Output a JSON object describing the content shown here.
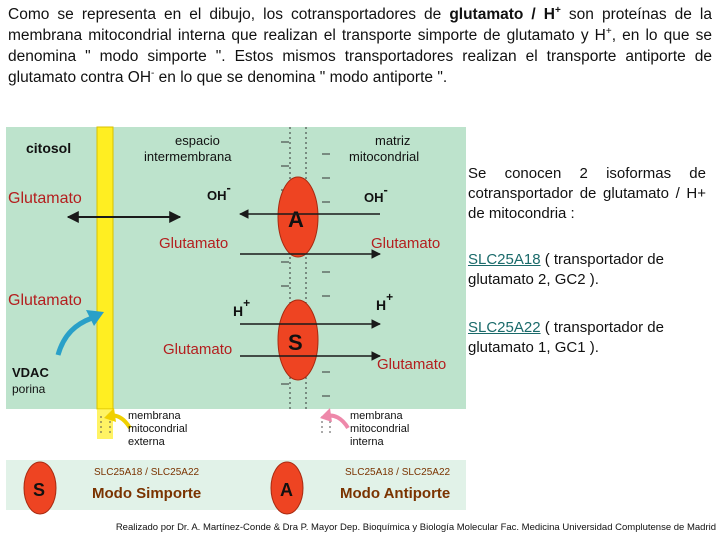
{
  "intro": {
    "p1": "Como se representa en el dibujo, los cotransportadores de ",
    "bold": "glutamato / H",
    "sup": "+",
    "p2": " son proteínas de la membrana mitocondrial interna que realizan el transporte simporte de glutamato y H",
    "sup2": "+",
    "p3": ", en lo que se denomina \" modo simporte \". Estos mismos transportadores realizan el transporte antiporte de glutamato contra OH",
    "sup3": "-",
    "p4": " en lo que se denomina \" modo antiporte \"."
  },
  "diagram": {
    "citosol": "citosol",
    "espacio_l1": "espacio",
    "espacio_l2": "intermembrana",
    "matriz_l1": "matriz",
    "matriz_l2": "mitocondrial",
    "glut_cyto_top": "Glutamato",
    "glut_cyto_mid": "Glutamato",
    "oh_ims": "OH",
    "oh_ims_sup": "-",
    "oh_matrix": "OH",
    "oh_matrix_sup": "-",
    "transporter_a": "A",
    "transporter_s": "S",
    "glut_ims_top": "Glutamato",
    "glut_matrix_top": "Glutamato",
    "h_ims": "H",
    "h_ims_sup": "+",
    "h_matrix": "H",
    "h_matrix_sup": "+",
    "glut_ims_bottom": "Glutamato",
    "glut_matrix_bottom": "Glutamato",
    "vdac": "VDAC",
    "porina": "porina",
    "memb_ext_l1": "membrana",
    "memb_ext_l2": "mitocondrial",
    "memb_ext_l3": "externa",
    "memb_int_l1": "membrana",
    "memb_int_l2": "mitocondrial",
    "memb_int_l3": "interna",
    "legend_s_letter": "S",
    "legend_s_genes": "SLC25A18 / SLC25A22",
    "legend_s_mode": "Modo Simporte",
    "legend_a_letter": "A",
    "legend_a_genes": "SLC25A18 / SLC25A22",
    "legend_a_mode": "Modo Antiporte",
    "colors": {
      "panel": "#bde3cc",
      "membrane": "#ffee22",
      "transporter": "#ee4422",
      "arrow": "#1a1a1a",
      "mode_text": "#7a3300"
    }
  },
  "side": {
    "isoforms": "Se conocen 2 isoformas de cotransportador de glutamato / H+ de mitocondria :",
    "gene1_link": "SLC25A18",
    "gene1_desc": " ( transportador de glutamato 2, GC2 ).",
    "gene2_link": "SLC25A22",
    "gene2_desc": " ( transportador de glutamato 1, GC1 )."
  },
  "credit": "Realizado por Dr. A. Martínez-Conde & Dra P. Mayor Dep. Bioquímica y Biología Molecular Fac. Medicina Universidad Complutense de Madrid"
}
